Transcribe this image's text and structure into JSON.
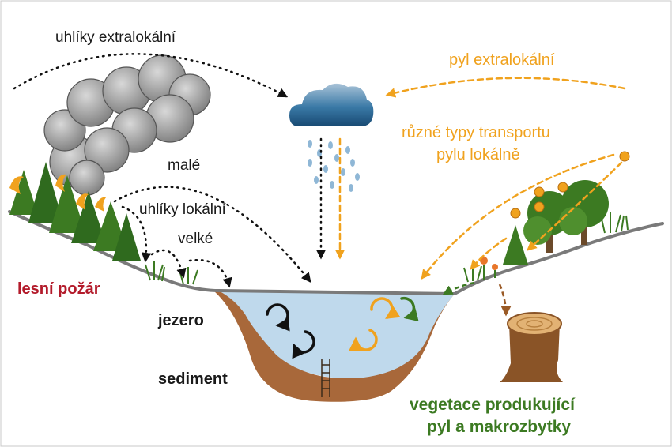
{
  "labels": {
    "charcoal_extralocal": "uhlíky extralokální",
    "pollen_extralocal": "pyl extralokální",
    "local_transport_line1": "různé typy transportu",
    "local_transport_line2": "pylu lokálně",
    "small": "malé",
    "charcoal_local": "uhlíky lokální",
    "large": "velké",
    "forest_fire": "lesní požár",
    "lake": "jezero",
    "sediment": "sediment",
    "vegetation_line1": "vegetace produkující",
    "vegetation_line2": "pyl a makrozbytky"
  },
  "colors": {
    "black_arrow": "#111111",
    "orange": "#f0a21e",
    "green": "#3c7a22",
    "red": "#b31b2b",
    "water": "#bfd9ec",
    "sediment": "#a8683a",
    "ground": "#7a7a7a",
    "cloud": "#2f6a95"
  }
}
